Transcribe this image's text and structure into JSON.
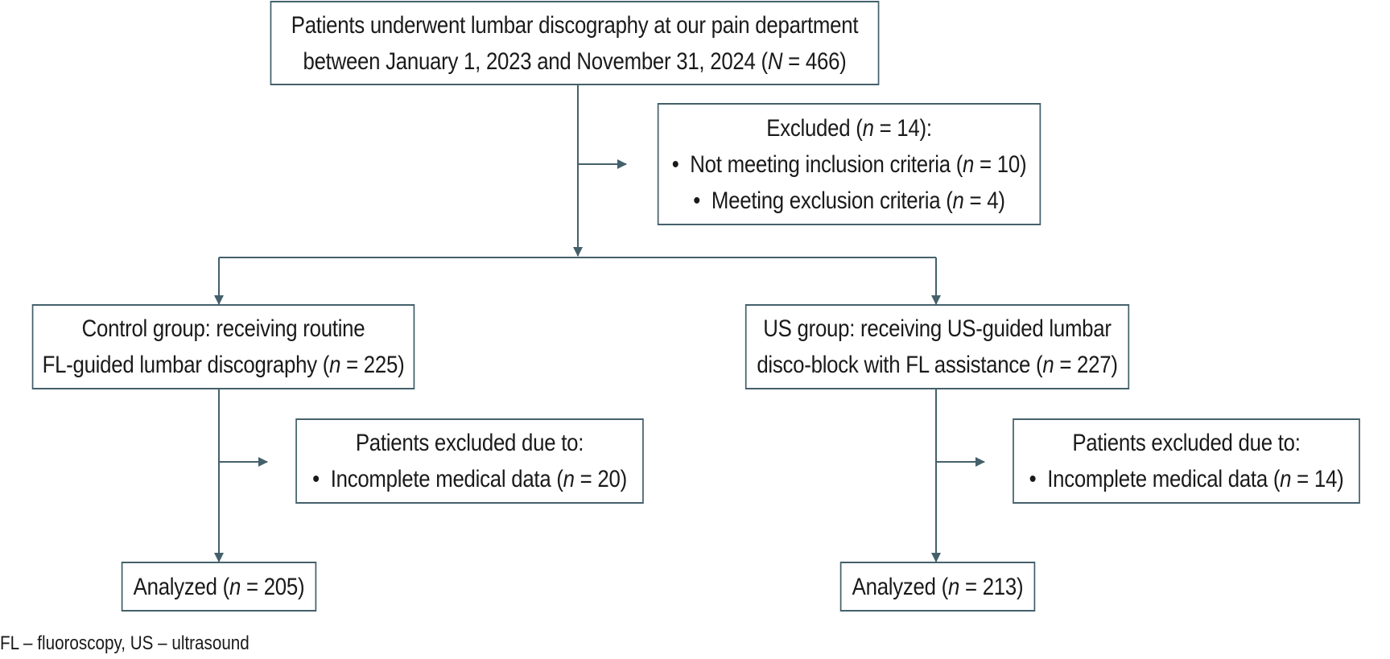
{
  "colors": {
    "line": "#44606b",
    "text": "#1a1a1a",
    "background": "#ffffff"
  },
  "boxes": {
    "enrolled": {
      "line1": "Patients underwent lumbar discography at our pain department",
      "line2_pre": "between January 1, 2023 and November 31, 2024 (",
      "line2_var": "N",
      "line2_post": " = 466)"
    },
    "excluded": {
      "title_pre": "Excluded (",
      "title_var": "n",
      "title_post": " = 14):",
      "items": [
        {
          "pre": "Not meeting inclusion criteria (",
          "var": "n",
          "post": " = 10)"
        },
        {
          "pre": "Meeting exclusion criteria (",
          "var": "n",
          "post": " = 4)"
        }
      ]
    },
    "control": {
      "line1": "Control group: receiving routine",
      "line2_pre": "FL-guided lumbar discography (",
      "line2_var": "n",
      "line2_post": " = 225)"
    },
    "us_group": {
      "line1": "US group: receiving US-guided lumbar",
      "line2_pre": "disco-block with FL assistance (",
      "line2_var": "n",
      "line2_post": " = 227)"
    },
    "control_excluded": {
      "title": "Patients excluded due to:",
      "item_pre": "Incomplete medical data (",
      "item_var": "n",
      "item_post": " = 20)"
    },
    "us_excluded": {
      "title": "Patients excluded due to:",
      "item_pre": "Incomplete medical data (",
      "item_var": "n",
      "item_post": " = 14)"
    },
    "control_analyzed": {
      "pre": "Analyzed (",
      "var": "n",
      "post": " = 205)"
    },
    "us_analyzed": {
      "pre": "Analyzed (",
      "var": "n",
      "post": " = 213)"
    }
  },
  "footnote": "FL – fluoroscopy, US – ultrasound"
}
